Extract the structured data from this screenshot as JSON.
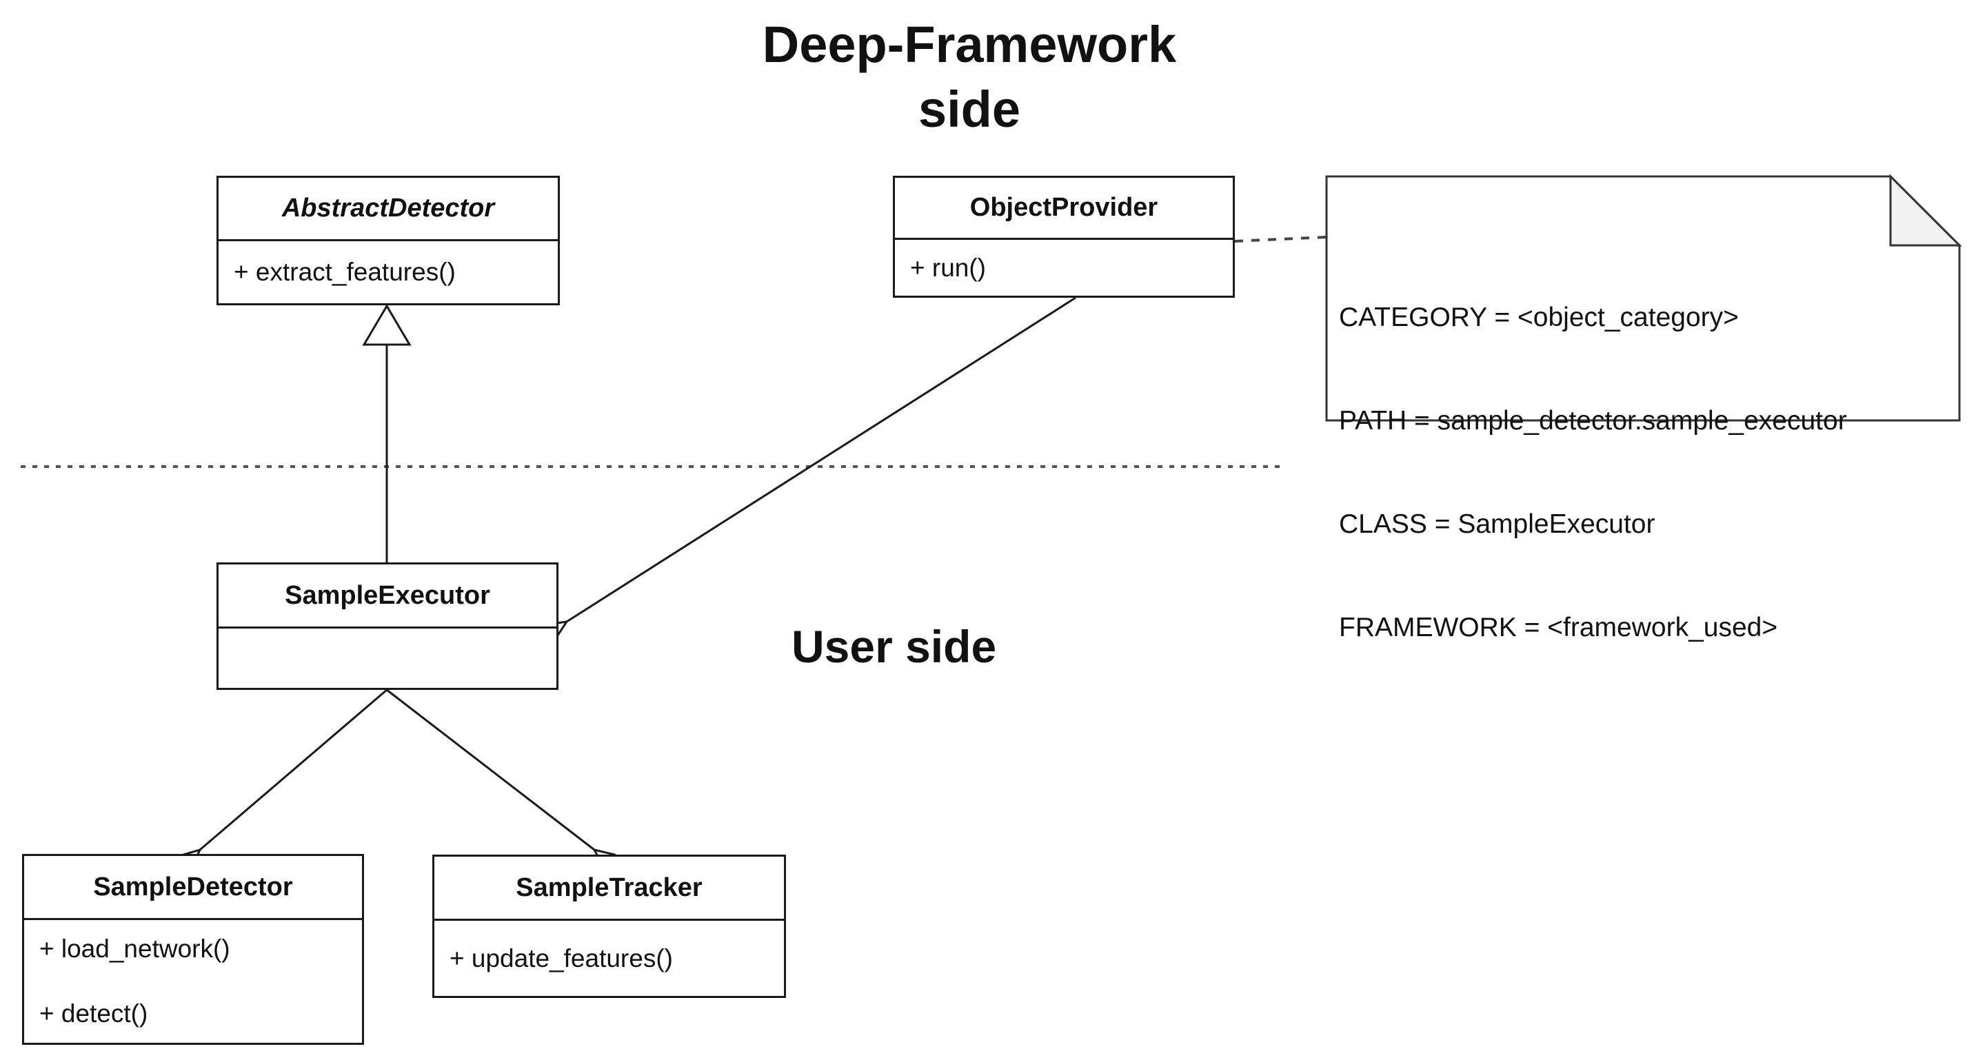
{
  "title": "Deep-Framework\nside",
  "user_side_label": "User side",
  "classes": [
    {
      "id": "abstract-detector",
      "name": "AbstractDetector",
      "abstract": true,
      "methods": [
        "+ extract_features()"
      ]
    },
    {
      "id": "object-provider",
      "name": "ObjectProvider",
      "abstract": false,
      "methods": [
        "+ run()"
      ]
    },
    {
      "id": "sample-executor",
      "name": "SampleExecutor",
      "abstract": false,
      "methods": []
    },
    {
      "id": "sample-detector",
      "name": "SampleDetector",
      "abstract": false,
      "methods": [
        "+ load_network()",
        "+ detect()"
      ]
    },
    {
      "id": "sample-tracker",
      "name": "SampleTracker",
      "abstract": false,
      "methods": [
        "+ update_features()"
      ]
    }
  ],
  "note": {
    "lines": [
      "CATEGORY = <object_category>",
      "PATH = sample_detector.sample_executor",
      "CLASS = SampleExecutor",
      "FRAMEWORK = <framework_used>"
    ]
  },
  "relationships": [
    {
      "from": "SampleExecutor",
      "to": "AbstractDetector",
      "type": "inheritance"
    },
    {
      "from": "ObjectProvider",
      "to": "SampleExecutor",
      "type": "directed-association"
    },
    {
      "from": "SampleExecutor",
      "to": "SampleDetector",
      "type": "directed-association"
    },
    {
      "from": "SampleExecutor",
      "to": "SampleTracker",
      "type": "directed-association"
    },
    {
      "from": "ObjectProvider",
      "to": "note",
      "type": "note-link"
    }
  ],
  "colors": {
    "line": "#1a1a1a",
    "separator": "#555555",
    "note_fold": "#f2f2f2",
    "background": "#ffffff"
  }
}
